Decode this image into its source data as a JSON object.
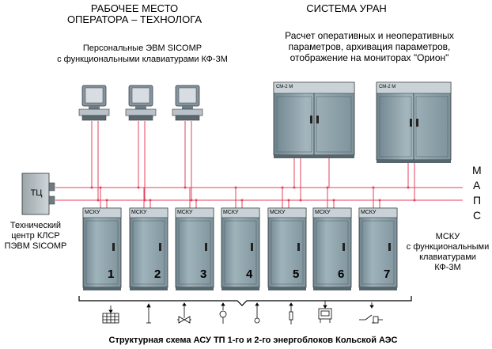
{
  "header_left": {
    "line1": "РАБОЧЕЕ МЕСТО",
    "line2": "ОПЕРАТОРА – ТЕХНОЛОГА"
  },
  "header_right": {
    "title": "СИСТЕМА УРАН",
    "line1": "Расчет оперативных и неоперативных",
    "line2": "параметров, архивация параметров,",
    "line3": "отображение на мониторах \"Орион\""
  },
  "pc_caption": {
    "line1": "Персональные ЭВМ SICOMP",
    "line2": "с функциональными клавиатурами КФ-3М"
  },
  "server_label": "СМ-2 М",
  "tc_box_label": "ТЦ",
  "tc_caption": {
    "line1": "Технический",
    "line2": "центр КЛСР",
    "line3": "ПЭВМ SICOMP"
  },
  "maps_letters": [
    "М",
    "А",
    "П",
    "С"
  ],
  "cabinet_label": "МСКУ",
  "cabinets": [
    "1",
    "2",
    "3",
    "4",
    "5",
    "6",
    "7"
  ],
  "mscu_caption": {
    "line1": "МСКУ",
    "line2": "с функциональными",
    "line3": "клавиатурами",
    "line4": "КФ-3М"
  },
  "footer": "Структурная  схема  АСУ ТП 1-го и 2-го энергоблоков Кольской АЭС",
  "field_icons": [
    "grid-panel-icon",
    "arrow-down-icon",
    "arrow-updown-icon",
    "valve-icon",
    "gauge-icon",
    "sensor-icon",
    "thermometer-icon",
    "recorder-icon",
    "switch-icon"
  ],
  "colors": {
    "bus": "#e3415c",
    "cabinet": "#8ea3ab",
    "monitor": "#6a7a85"
  }
}
